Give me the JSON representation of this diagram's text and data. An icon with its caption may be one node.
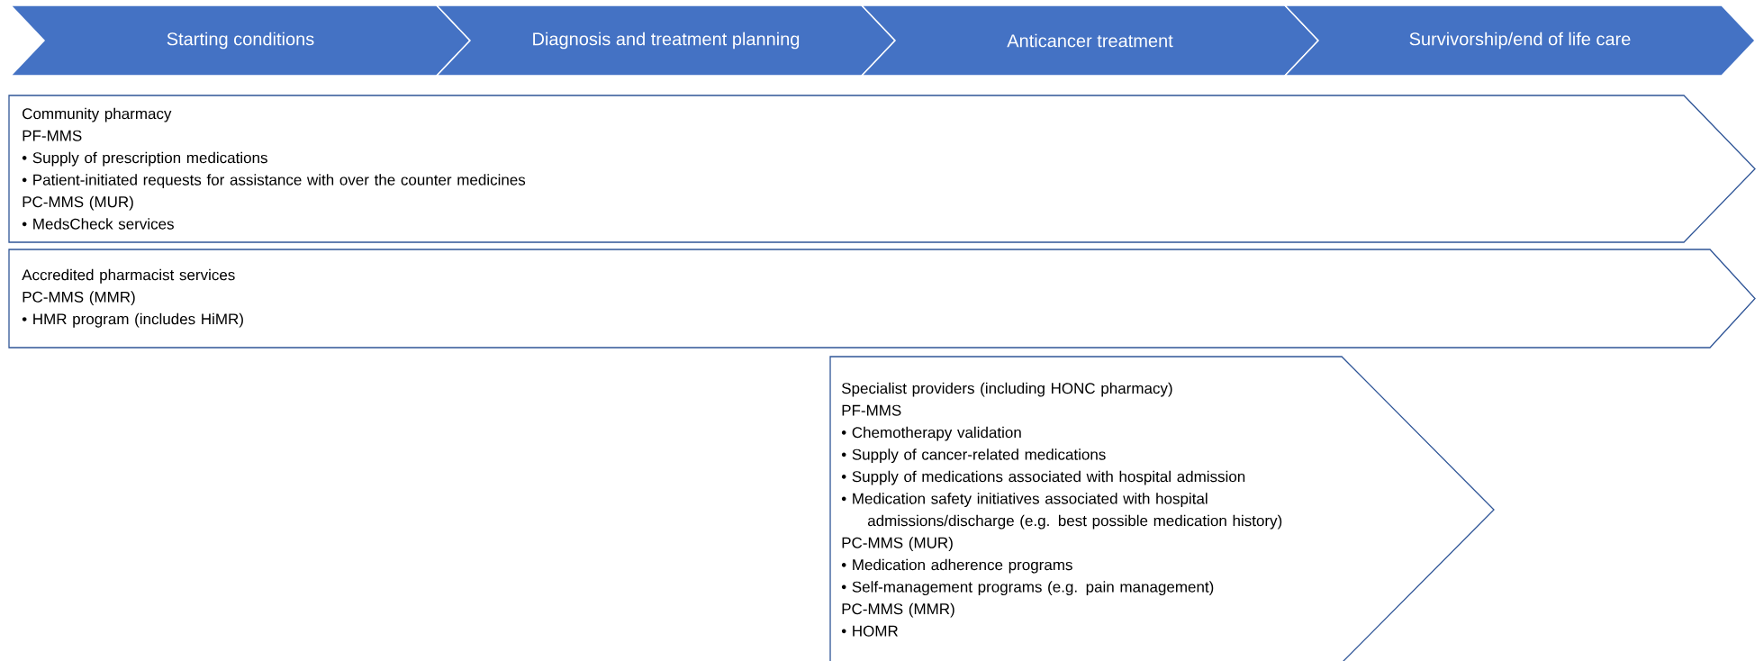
{
  "diagram": {
    "nodes": [
      {
        "text": [
          "Starting conditions"
        ]
      },
      {
        "text": [
          "Diagnosis and treatment planning"
        ]
      },
      {
        "text": [
          "Anticancer treatment"
        ]
      },
      {
        "text": [
          "Survivorship/end of life care"
        ]
      },
      {
        "text": [
          "Community pharmacy",
          "PF-MMS",
          "• Supply of prescription medications",
          "• Patient-initiated requests for assistance with over the counter medicines",
          "PC-MMS (MUR)",
          "• MedsCheck services"
        ]
      },
      {
        "text": [
          "Accredited pharmacist services",
          "PC-MMS (MMR)",
          "• HMR program (includes HiMR)"
        ]
      },
      {
        "text": [
          "Specialist providers (including HONC pharmacy)",
          "PF-MMS",
          "• Chemotherapy validation",
          "• Supply of cancer-related medications",
          "• Supply of medications associated with hospital admission",
          "• Medication safety initiatives associated with hospital admissions/discharge (e.g. best possible medication history)",
          "PC-MMS (MUR)",
          "• Medication adherence programs",
          "• Self-management programs (e.g. pain management)",
          "PC-MMS (MMR)",
          "• HOMR"
        ]
      }
    ]
  }
}
